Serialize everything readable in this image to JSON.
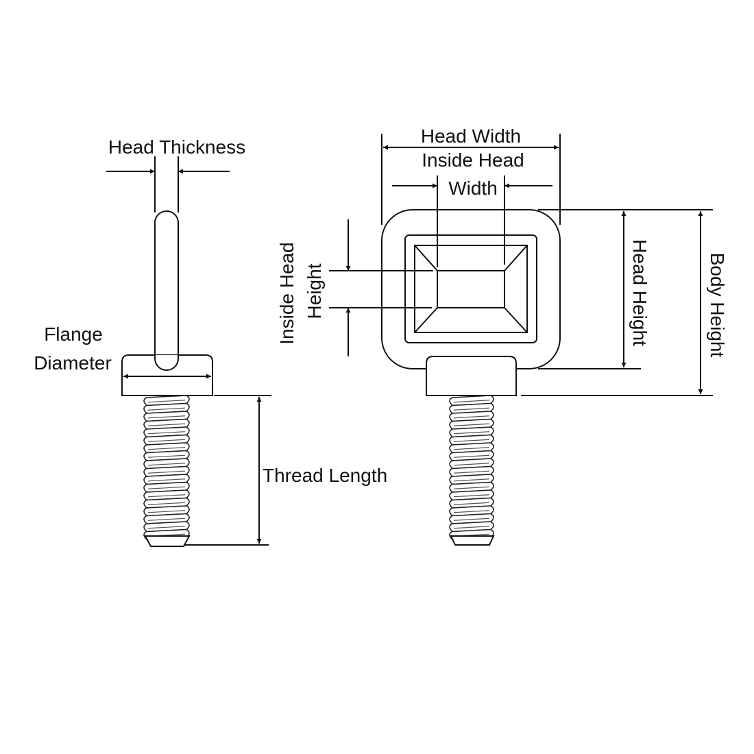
{
  "labels": {
    "head_thickness": "Head Thickness",
    "flange_line1": "Flange",
    "flange_line2": "Diameter",
    "thread_length": "Thread Length",
    "head_width": "Head Width",
    "inside_head_width_line1": "Inside Head",
    "inside_head_width_line2": "Width",
    "inside_head_height_line1": "Inside Head",
    "inside_head_height_line2": "Height",
    "head_height": "Head Height",
    "body_height": "Body Height"
  },
  "colors": {
    "line": "#111111",
    "background": "#ffffff"
  }
}
